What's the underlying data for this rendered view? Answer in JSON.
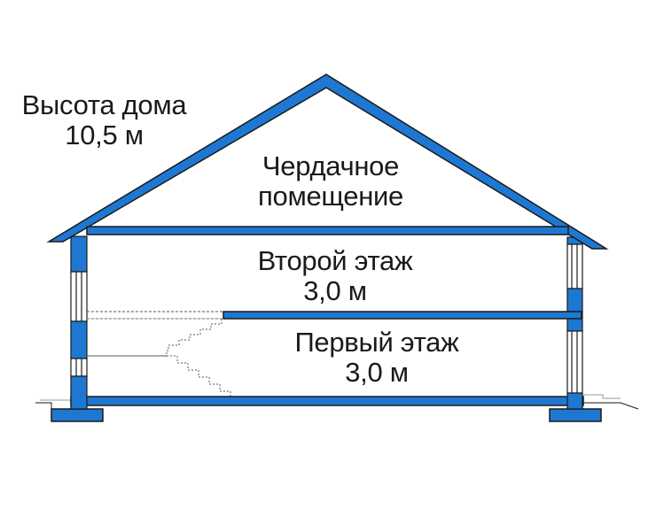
{
  "colors": {
    "structure_fill": "#1e78d2",
    "outline": "#1a1a1a",
    "text": "#1a1a1a",
    "background": "#ffffff"
  },
  "labels": {
    "house_height_title": "Высота дома",
    "house_height_value": "10,5 м",
    "attic_line1": "Чердачное",
    "attic_line2": "помещение",
    "second_floor_name": "Второй этаж",
    "second_floor_height": "3,0 м",
    "first_floor_name": "Первый этаж",
    "first_floor_height": "3,0 м"
  }
}
